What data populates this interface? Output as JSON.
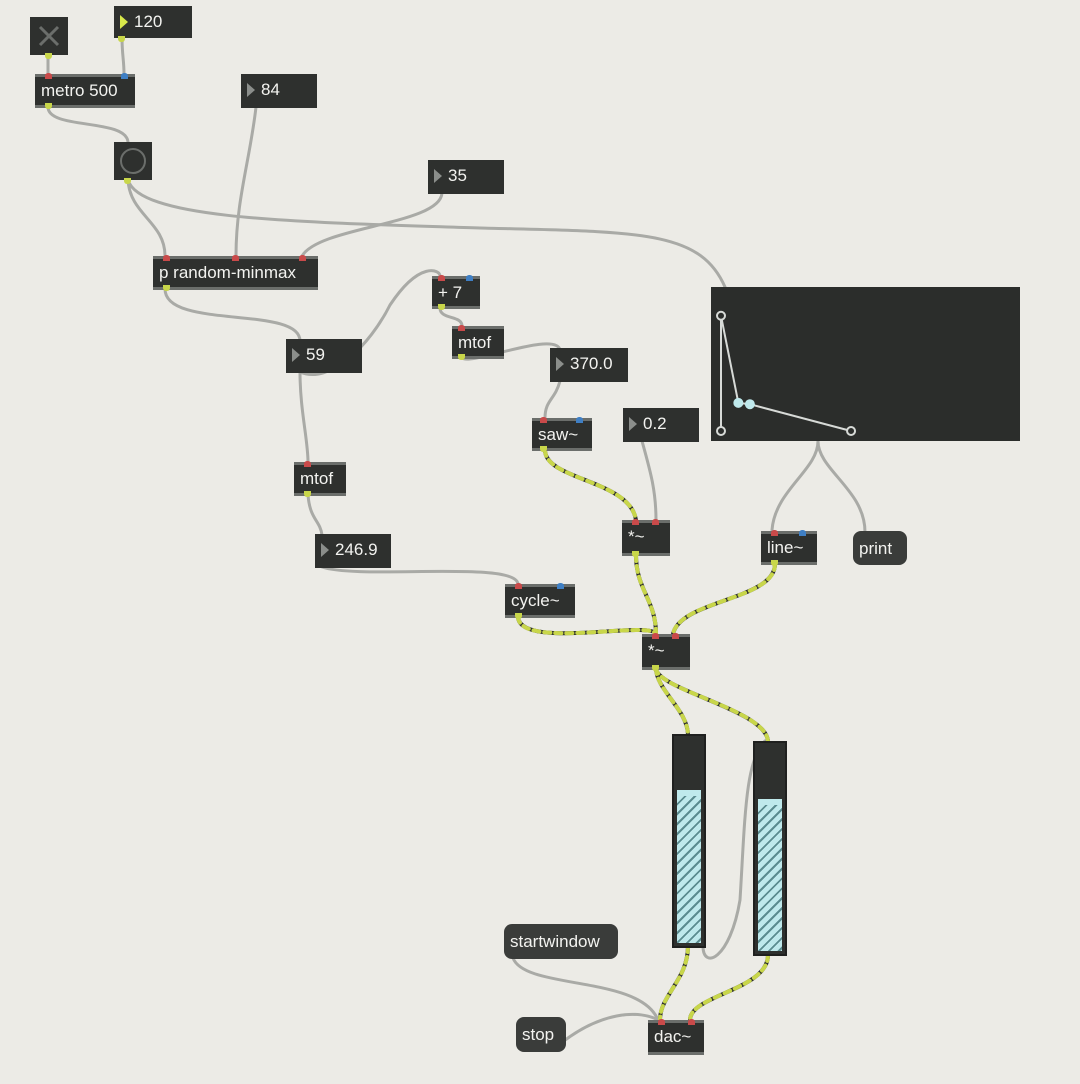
{
  "patcher": {
    "toggle": {
      "icon": "x-toggle-icon",
      "state": "off"
    },
    "tempo_number": "120",
    "metro": "metro 500",
    "bang": {
      "icon": "bang-circle-icon"
    },
    "max_number": "84",
    "min_number": "35",
    "subpatch": "p random-minmax",
    "note_number": "59",
    "add_object": "+ 7",
    "mtof_upper": "mtof",
    "saw_freq_number": "370.0",
    "saw_object": "saw~",
    "gain_number": "0.2",
    "mult_upper": "*~",
    "mtof_lower": "mtof",
    "cycle_freq_number": "246.9",
    "cycle_object": "cycle~",
    "line_object": "line~",
    "print_message": "print",
    "mult_lower": "*~",
    "startwindow_message": "startwindow",
    "stop_message": "stop",
    "dac_object": "dac~"
  },
  "envelope": {
    "points": [
      [
        0,
        0.86
      ],
      [
        0.06,
        0.21
      ],
      [
        0.1,
        0.2
      ],
      [
        0.45,
        0.0
      ]
    ],
    "point_color": "#bfe9ec"
  },
  "meters": {
    "left_level": 0.72,
    "right_level": 0.71,
    "fill_color": "#bfe9ec"
  },
  "colors": {
    "background": "#ecebe6",
    "object": "#2e302e",
    "signal_cord": "#c8d64a",
    "control_cord": "#a9aaa6"
  }
}
